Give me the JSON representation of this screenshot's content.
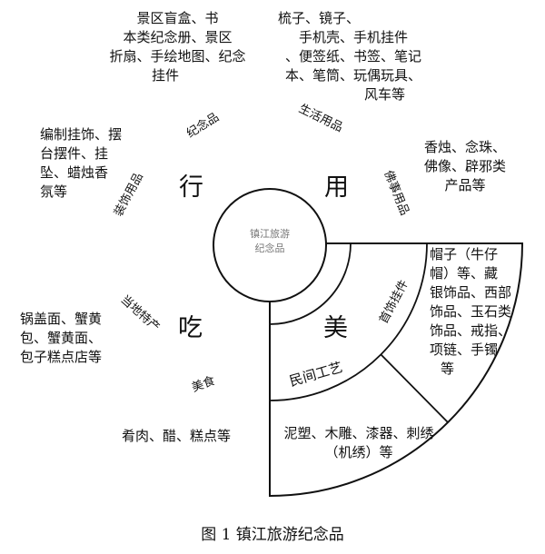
{
  "center": {
    "lines": [
      "镇江旅游",
      "纪念品"
    ]
  },
  "quadrants": {
    "xing": "行",
    "yong": "用",
    "chi": "吃",
    "mei": "美"
  },
  "categories": {
    "jinianpin": "纪念品",
    "shenghuo": "生活用品",
    "zhuangshi": "装饰用品",
    "foshi": "佛事用品",
    "dangdi": "当地特产",
    "meishi": "美食",
    "shoushi": "首饰挂件",
    "minjian": "民间工艺"
  },
  "descriptions": {
    "jinianpin": [
      "景区盲盒、书",
      "本类纪念册、景区",
      "折扇、手绘地图、纪念",
      "挂件"
    ],
    "shenghuo": [
      "梳子、镜子、",
      "手机壳、手机挂件",
      "、便签纸、书签、笔记",
      "本、笔筒、玩偶玩具、",
      "风车等"
    ],
    "zhuangshi": [
      "编制挂饰、摆",
      "台摆件、挂",
      "坠、蜡烛香",
      "氛等"
    ],
    "foshi": [
      "香烛、念珠、",
      "佛像、辟邪类",
      "产品等"
    ],
    "dangdi": [
      "锅盖面、蟹黄",
      "包、蟹黄面、",
      "包子糕点店等"
    ],
    "meishi": [
      "肴肉、醋、糕点等"
    ],
    "shoushi": [
      "帽子（牛仔",
      "帽）等、藏",
      "银饰品、西部",
      "饰品、玉石类",
      "饰品、戒指、",
      "项链、手镯",
      "等"
    ],
    "minjian": [
      "泥塑、木雕、漆器、刺绣",
      "（机绣）等"
    ]
  },
  "caption": "图 1  镇江旅游纪念品"
}
